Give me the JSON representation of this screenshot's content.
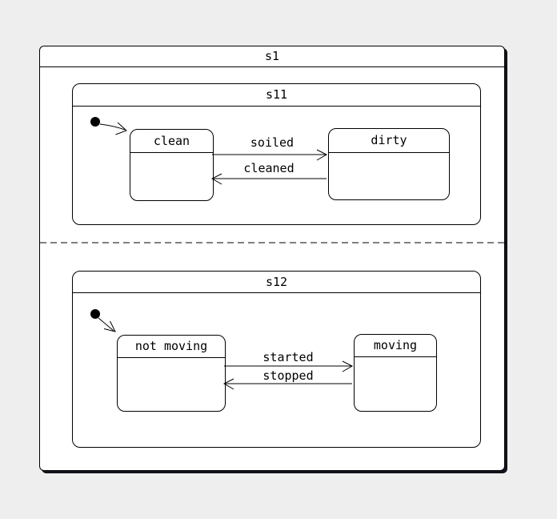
{
  "colors": {
    "canvas_bg": "#eeeeee",
    "state_fill": "#ffffff",
    "line": "#000000",
    "drop_shadow": "#12121c"
  },
  "s1": {
    "label": "s1",
    "regions": {
      "top": {
        "composite": {
          "label": "s11"
        },
        "initial_marker": "initial-state-dot",
        "states": {
          "a": {
            "label": "clean"
          },
          "b": {
            "label": "dirty"
          }
        },
        "transitions": {
          "forward": {
            "label": "soiled",
            "from": "clean",
            "to": "dirty"
          },
          "back": {
            "label": "cleaned",
            "from": "dirty",
            "to": "clean"
          }
        }
      },
      "bottom": {
        "composite": {
          "label": "s12"
        },
        "initial_marker": "initial-state-dot",
        "states": {
          "a": {
            "label": "not moving"
          },
          "b": {
            "label": "moving"
          }
        },
        "transitions": {
          "forward": {
            "label": "started",
            "from": "not moving",
            "to": "moving"
          },
          "back": {
            "label": "stopped",
            "from": "moving",
            "to": "not moving"
          }
        }
      }
    }
  }
}
